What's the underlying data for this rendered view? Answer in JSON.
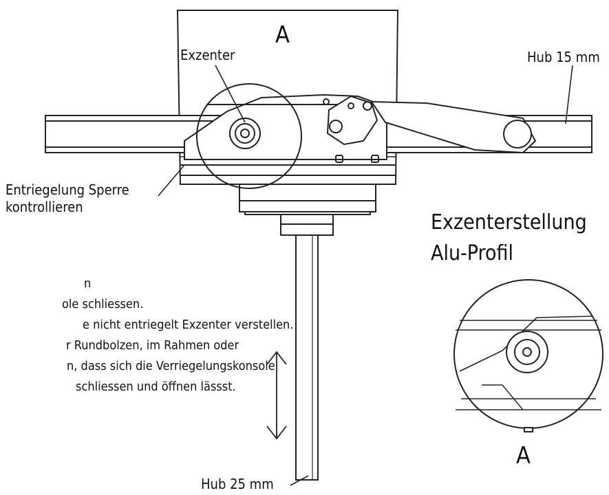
{
  "labels": {
    "top_letter": "A",
    "eccentric": "Exzenter",
    "stroke_top": "Hub 15 mm",
    "release_line1": "Entriegelung Sperre",
    "release_line2": "kontrollieren",
    "inset_title_line1": "Exzenterstellung",
    "inset_title_line2": "Alu-Profil",
    "inset_letter": "A",
    "stroke_bottom": "Hub 25 mm"
  },
  "instructions": [
    "n",
    "ole schliessen.",
    "e nicht entriegelt Exzenter verstellen.",
    "r Rundbolzen, im Rahmen oder",
    "n, dass sich die Verriegelungskonsole",
    " schliessen und öffnen lässst."
  ],
  "colors": {
    "line": "#222222",
    "background": "#ffffff"
  }
}
